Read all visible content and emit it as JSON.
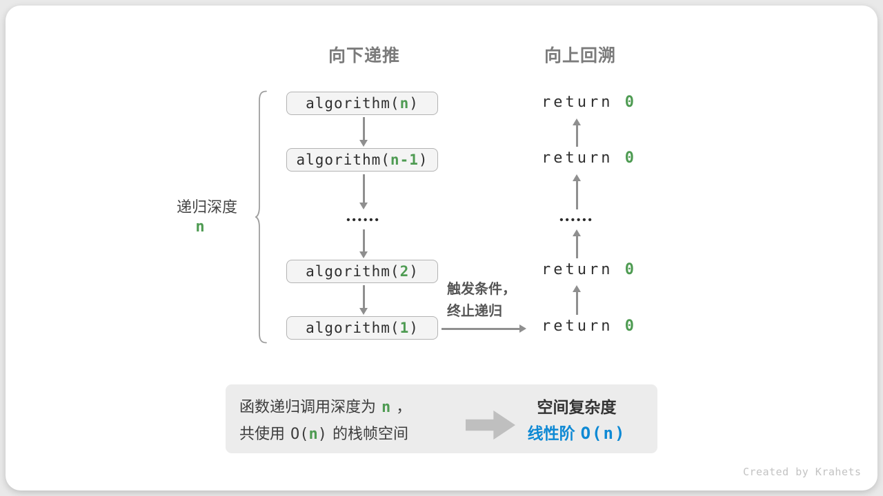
{
  "headers": {
    "recurse_down": "向下递推",
    "backtrack_up": "向上回溯"
  },
  "depth": {
    "label": "递归深度",
    "value": "n"
  },
  "calls": [
    {
      "prefix": "algorithm(",
      "arg": "n",
      "suffix": ")"
    },
    {
      "prefix": "algorithm(",
      "arg": "n-1",
      "suffix": ")"
    },
    {
      "prefix": "algorithm(",
      "arg": "2",
      "suffix": ")"
    },
    {
      "prefix": "algorithm(",
      "arg": "1",
      "suffix": ")"
    }
  ],
  "returns": [
    {
      "keyword": "return ",
      "value": "0"
    },
    {
      "keyword": "return ",
      "value": "0"
    },
    {
      "keyword": "return ",
      "value": "0"
    },
    {
      "keyword": "return ",
      "value": "0"
    }
  ],
  "ellipsis": "••••••",
  "trigger": {
    "line1": "触发条件，",
    "line2": "终止递归"
  },
  "summary": {
    "line1": {
      "pre": "函数递归调用深度为",
      "var": "n",
      "post": "，"
    },
    "line2": {
      "pre": "共使用",
      "code_open": "O(",
      "var": "n",
      "code_close": ")",
      "post": "的栈帧空间"
    },
    "title": "空间复杂度",
    "result_label": "线性阶",
    "result_code": "O(n)"
  },
  "watermark": "Created by Krahets",
  "colors": {
    "green": "#4e9b52",
    "blue": "#0e89d4",
    "arrow_gray": "#8f8f8f",
    "box_bg": "#f4f4f4",
    "summary_bg": "#ececec"
  }
}
